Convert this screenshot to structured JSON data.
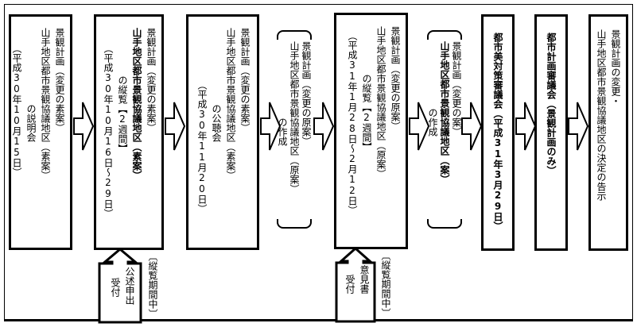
{
  "steps": [
    {
      "id": "step1",
      "lines": [
        "景観計画（変更の素案）",
        "山手地区都市景観協議地区（素案）",
        "　　　　　　　　の説明会",
        "（平成30年10月15日）"
      ]
    },
    {
      "id": "step2",
      "lines": [
        "景観計画（変更の素案）",
        "山手地区都市景観協議地区（素案）",
        "　　　　　の縦覧【2週間】",
        "（平成30年10月16日～29日）"
      ],
      "sub": {
        "label_lines": [
          "公述申出",
          "受付"
        ],
        "note": "〔縦覧期間中〕"
      }
    },
    {
      "id": "step3",
      "lines": [
        "景観計画（変更の素案）",
        "山手地区都市景観協議地区（素案）",
        "　　　　　　　　の公聴会",
        "（平成30年11月20日）"
      ]
    },
    {
      "id": "step4",
      "lines": [
        "景観計画（変更の原案）",
        "山手地区都市景観協議地区（原案）",
        "　　　　　　　　の作成"
      ]
    },
    {
      "id": "step5",
      "lines": [
        "景観計画（変更の原案）",
        "山手地区都市景観協議地区（原案）",
        "　　　　　の縦覧【2週間】",
        "（平成31年1月28日～2月12日）"
      ],
      "sub": {
        "label_lines": [
          "意見書",
          "受付"
        ],
        "note": "〔縦覧期間中〕"
      }
    },
    {
      "id": "step6",
      "lines": [
        "景観計画（変更の案）",
        "山手地区都市景観協議地区（案）",
        "　　　　　　　の作成"
      ]
    },
    {
      "id": "step7",
      "lines": [
        "都市美対策審議会（平成31年3月29日）"
      ]
    },
    {
      "id": "step8",
      "lines": [
        "都市計画審議会（景観計画のみ）"
      ]
    },
    {
      "id": "step9",
      "lines": [
        "景観計画の変更・",
        "山手地区都市景観協議地区の決定の告示"
      ]
    }
  ],
  "icons": {
    "flow_arrow": "right-arrow-icon",
    "input_arrow": "up-arrow-icon"
  }
}
